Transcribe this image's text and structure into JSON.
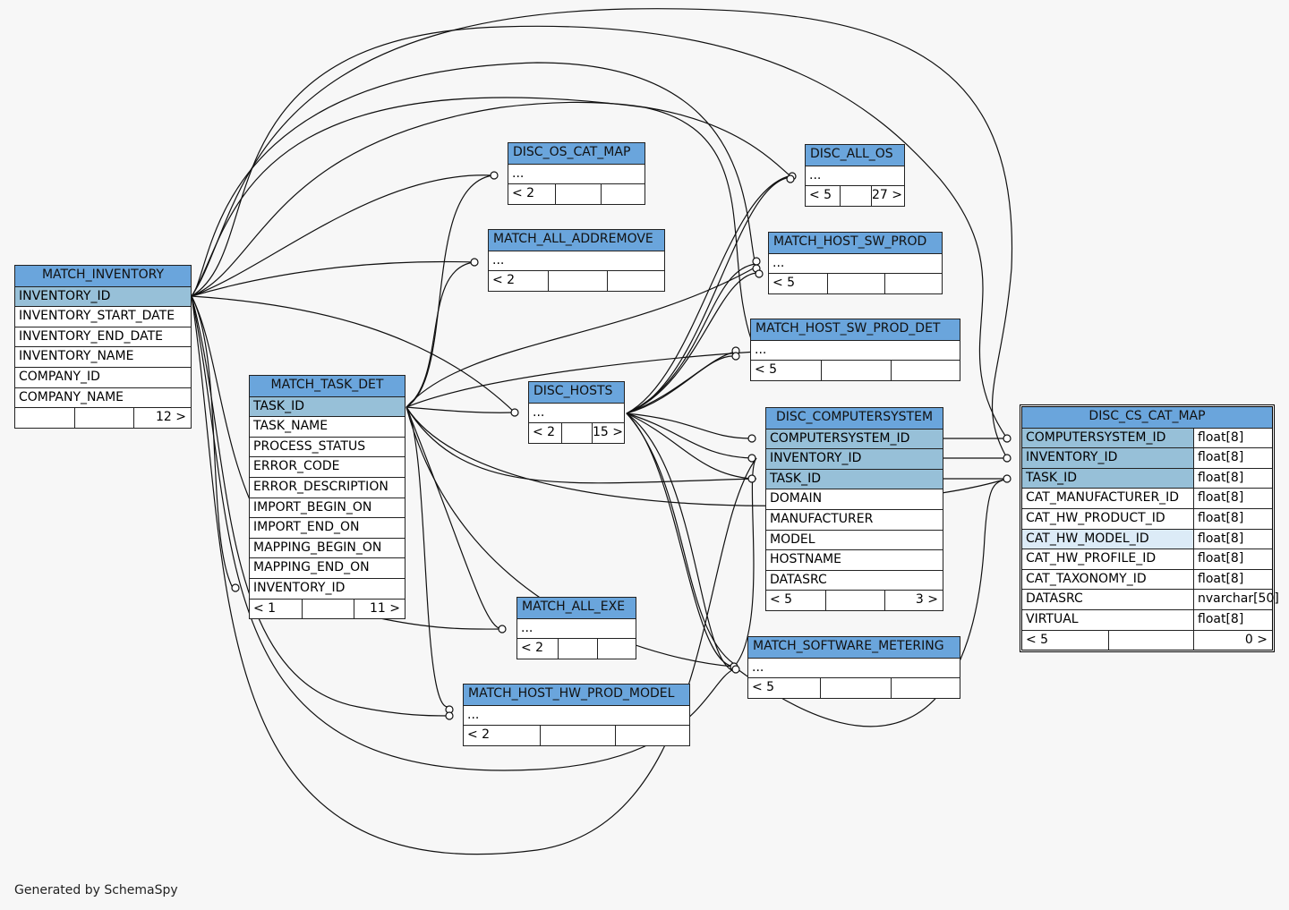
{
  "footer": "Generated by SchemaSpy",
  "colors": {
    "header": "#6aa5dc",
    "key_column": "#97c0d8",
    "selected_column": "#dcebf7",
    "background": "#f7f7f7"
  },
  "tables": {
    "match_inventory": {
      "name": "MATCH_INVENTORY",
      "columns": [
        "INVENTORY_ID",
        "INVENTORY_START_DATE",
        "INVENTORY_END_DATE",
        "INVENTORY_NAME",
        "COMPANY_ID",
        "COMPANY_NAME"
      ],
      "footer": {
        "left": "",
        "mid": "",
        "right": "12 >"
      }
    },
    "match_task_det": {
      "name": "MATCH_TASK_DET",
      "columns": [
        "TASK_ID",
        "TASK_NAME",
        "PROCESS_STATUS",
        "ERROR_CODE",
        "ERROR_DESCRIPTION",
        "IMPORT_BEGIN_ON",
        "IMPORT_END_ON",
        "MAPPING_BEGIN_ON",
        "MAPPING_END_ON",
        "INVENTORY_ID"
      ],
      "footer": {
        "left": "< 1",
        "mid": "",
        "right": "11 >"
      }
    },
    "disc_os_cat_map": {
      "name": "DISC_OS_CAT_MAP",
      "ellipsis": "...",
      "footer": {
        "left": "< 2",
        "mid": "",
        "right": ""
      }
    },
    "match_all_addremove": {
      "name": "MATCH_ALL_ADDREMOVE",
      "ellipsis": "...",
      "footer": {
        "left": "< 2",
        "mid": "",
        "right": ""
      }
    },
    "disc_hosts": {
      "name": "DISC_HOSTS",
      "ellipsis": "...",
      "footer": {
        "left": "< 2",
        "mid": "",
        "right": "15 >"
      }
    },
    "match_all_exe": {
      "name": "MATCH_ALL_EXE",
      "ellipsis": "...",
      "footer": {
        "left": "< 2",
        "mid": "",
        "right": ""
      }
    },
    "match_host_hw_prod_model": {
      "name": "MATCH_HOST_HW_PROD_MODEL",
      "ellipsis": "...",
      "footer": {
        "left": "< 2",
        "mid": "",
        "right": ""
      }
    },
    "disc_all_os": {
      "name": "DISC_ALL_OS",
      "ellipsis": "...",
      "footer": {
        "left": "< 5",
        "mid": "",
        "right": "27 >"
      }
    },
    "match_host_sw_prod": {
      "name": "MATCH_HOST_SW_PROD",
      "ellipsis": "...",
      "footer": {
        "left": "< 5",
        "mid": "",
        "right": ""
      }
    },
    "match_host_sw_prod_det": {
      "name": "MATCH_HOST_SW_PROD_DET",
      "ellipsis": "...",
      "footer": {
        "left": "< 5",
        "mid": "",
        "right": ""
      }
    },
    "disc_computersystem": {
      "name": "DISC_COMPUTERSYSTEM",
      "columns": [
        "COMPUTERSYSTEM_ID",
        "INVENTORY_ID",
        "TASK_ID",
        "DOMAIN",
        "MANUFACTURER",
        "MODEL",
        "HOSTNAME",
        "DATASRC"
      ],
      "footer": {
        "left": "< 5",
        "mid": "",
        "right": "3 >"
      }
    },
    "match_software_metering": {
      "name": "MATCH_SOFTWARE_METERING",
      "ellipsis": "...",
      "footer": {
        "left": "< 5",
        "mid": "",
        "right": ""
      }
    },
    "disc_cs_cat_map": {
      "name": "DISC_CS_CAT_MAP",
      "columns": [
        {
          "name": "COMPUTERSYSTEM_ID",
          "type": "float[8]"
        },
        {
          "name": "INVENTORY_ID",
          "type": "float[8]"
        },
        {
          "name": "TASK_ID",
          "type": "float[8]"
        },
        {
          "name": "CAT_MANUFACTURER_ID",
          "type": "float[8]"
        },
        {
          "name": "CAT_HW_PRODUCT_ID",
          "type": "float[8]"
        },
        {
          "name": "CAT_HW_MODEL_ID",
          "type": "float[8]"
        },
        {
          "name": "CAT_HW_PROFILE_ID",
          "type": "float[8]"
        },
        {
          "name": "CAT_TAXONOMY_ID",
          "type": "float[8]"
        },
        {
          "name": "DATASRC",
          "type": "nvarchar[50]"
        },
        {
          "name": "VIRTUAL",
          "type": "float[8]"
        }
      ],
      "footer": {
        "left": "< 5",
        "mid": "",
        "right": "0 >"
      }
    }
  }
}
